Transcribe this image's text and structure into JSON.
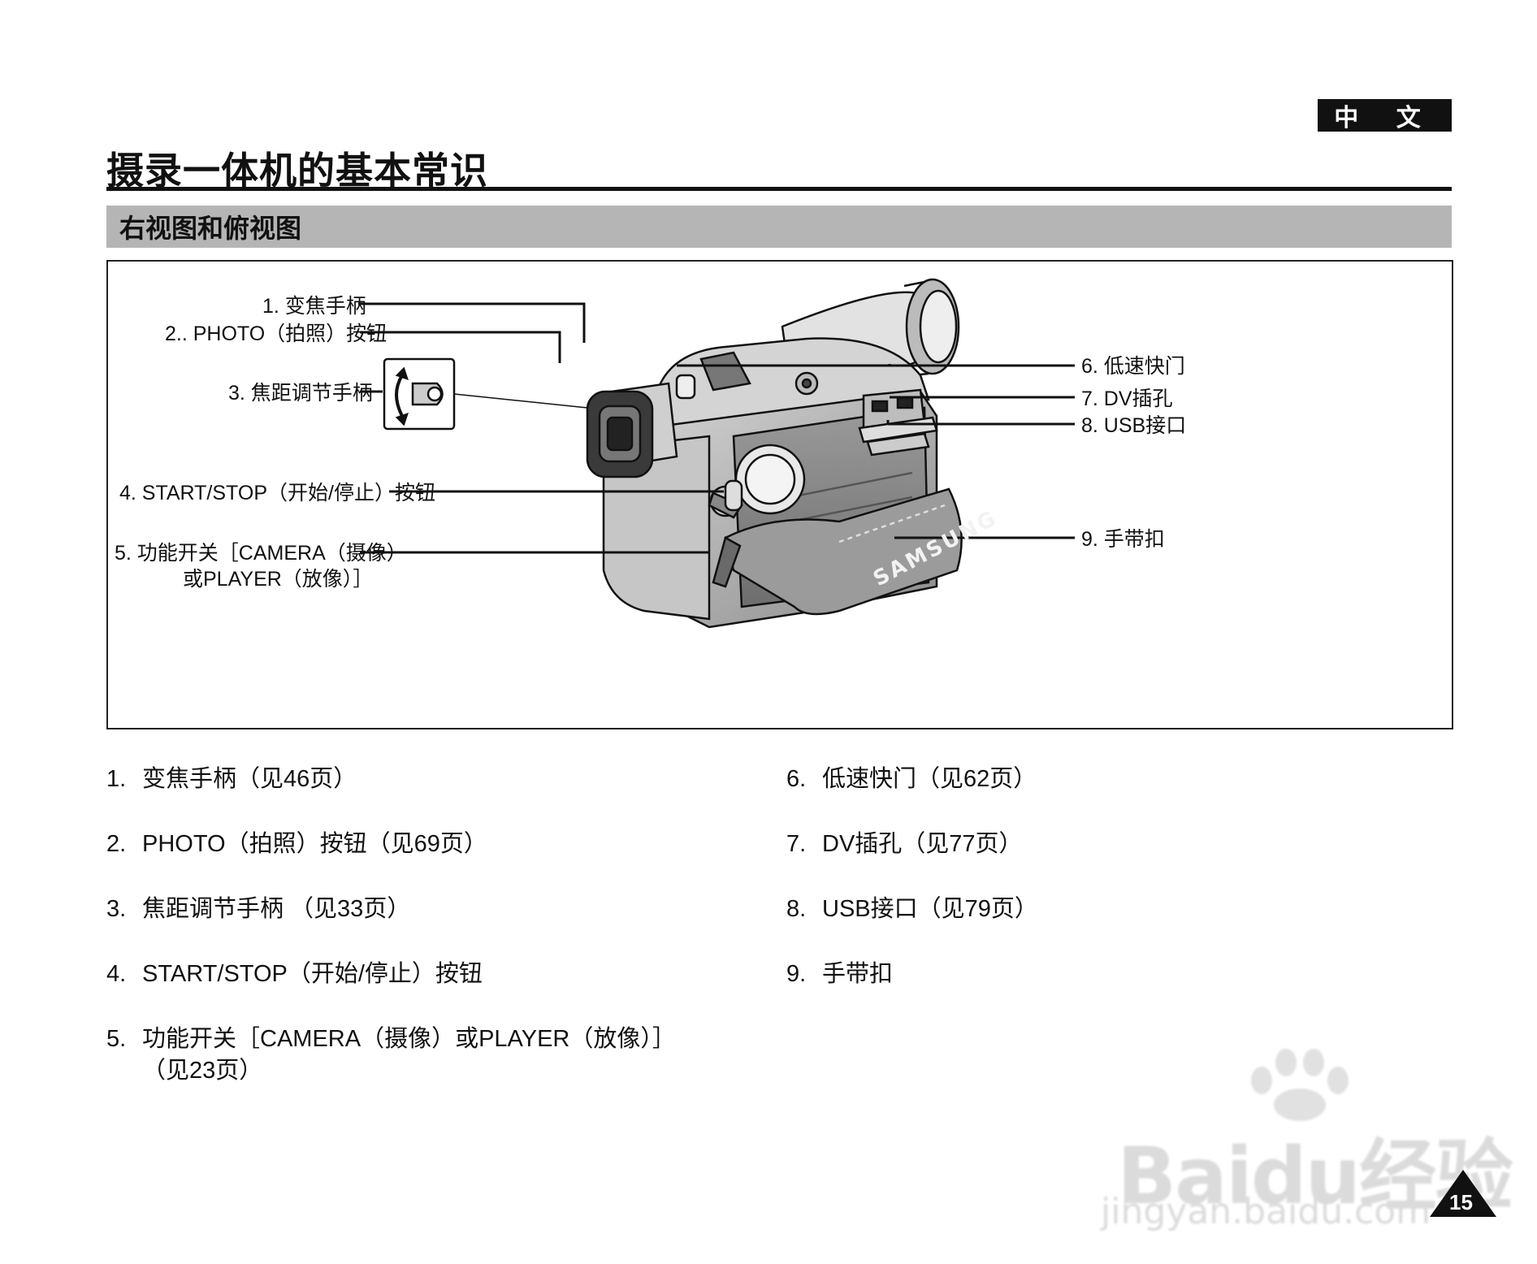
{
  "header": {
    "language_tag": "中 文",
    "title": "摄录一体机的基本常识",
    "section_title": "右视图和俯视图"
  },
  "diagram": {
    "callouts": [
      "1. 变焦手柄",
      "2.. PHOTO（拍照）按钮",
      "3. 焦距调节手柄",
      "4. START/STOP（开始/停止）按钮",
      "5. 功能开关［CAMERA（摄像）",
      "或PLAYER（放像）］",
      "6. 低速快门",
      "7.  DV插孔",
      "8.  USB接口",
      "9.  手带扣"
    ],
    "strap_logo": "SAMSUNG"
  },
  "parts_list": [
    {
      "num": "1.",
      "text": "变焦手柄（见46页）"
    },
    {
      "num": "2.",
      "text": "PHOTO（拍照）按钮（见69页）"
    },
    {
      "num": "3.",
      "text": "焦距调节手柄 （见33页）"
    },
    {
      "num": "4.",
      "text": "START/STOP（开始/停止）按钮"
    },
    {
      "num": "5.",
      "text": "功能开关［CAMERA（摄像）或PLAYER（放像）］",
      "cont": "（见23页）"
    },
    {
      "num": "6.",
      "text": "低速快门（见62页）"
    },
    {
      "num": "7.",
      "text": "DV插孔（见77页）"
    },
    {
      "num": "8.",
      "text": "USB接口（见79页）"
    },
    {
      "num": "9.",
      "text": "手带扣"
    }
  ],
  "watermark": {
    "brand": "Baidu经验",
    "url": "jingyan.baidu.com"
  },
  "page_number": "15"
}
